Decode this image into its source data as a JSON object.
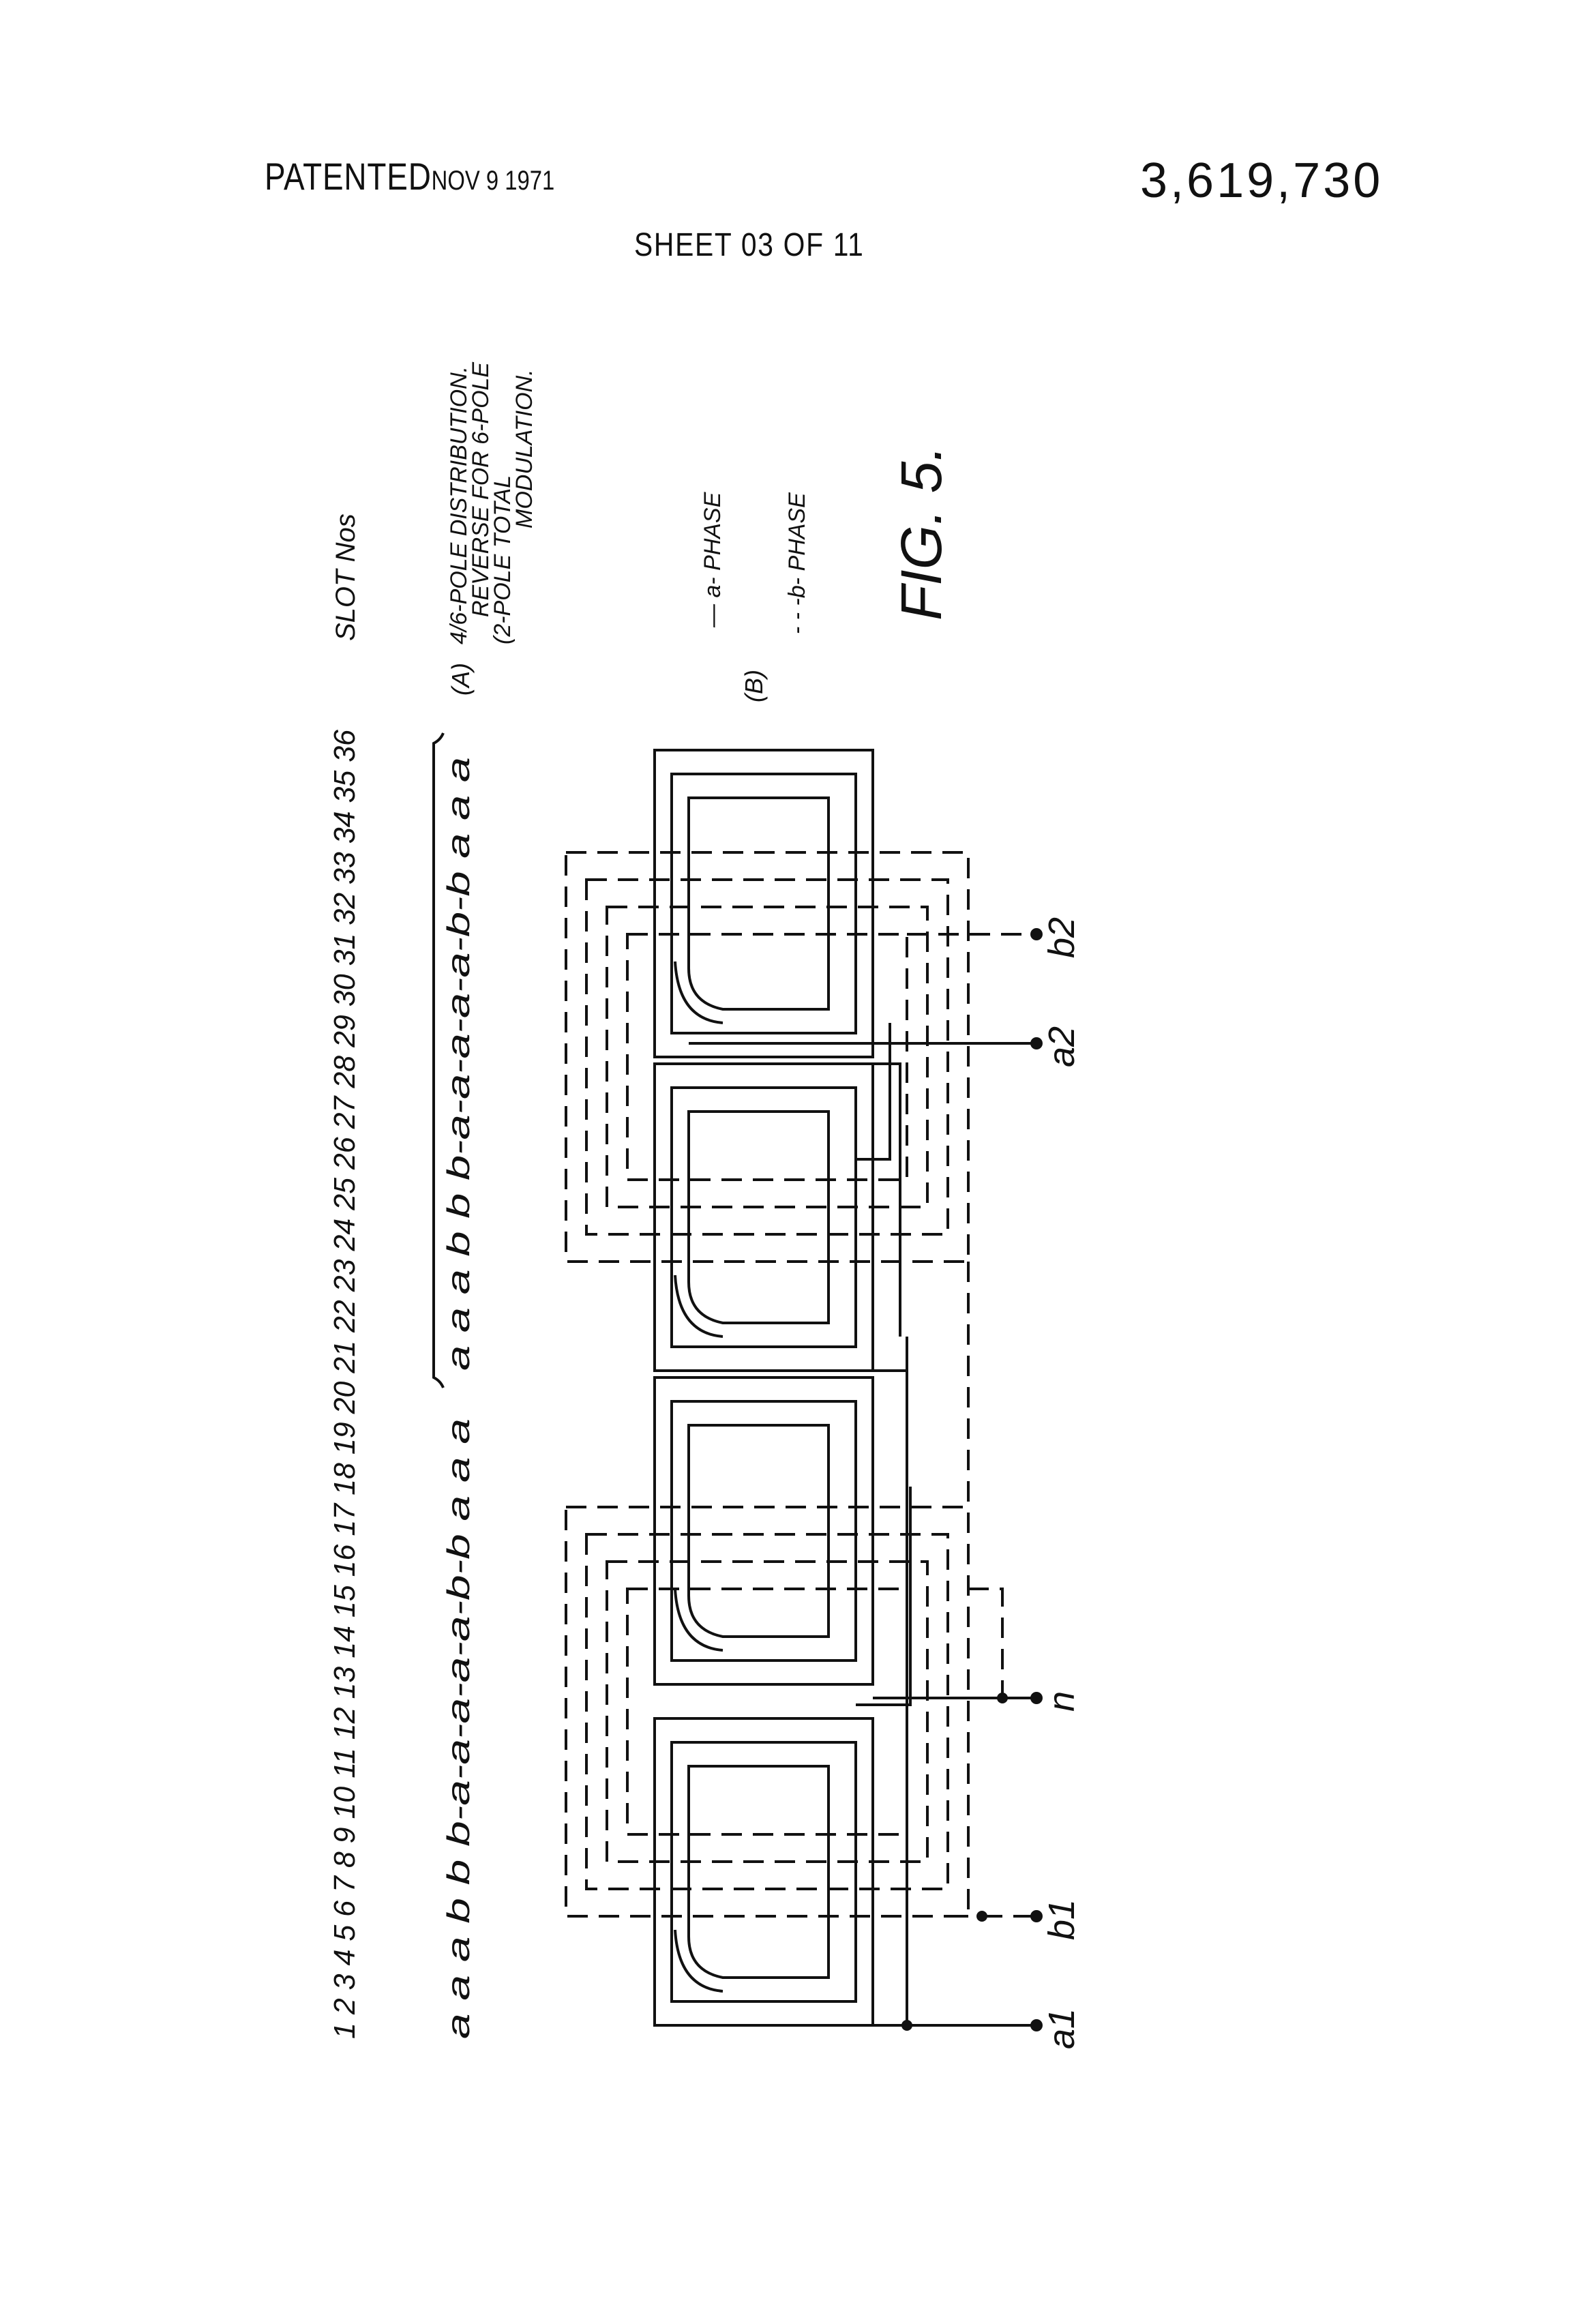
{
  "header": {
    "patented_label": "PATENTED",
    "patented_date": "NOV 9 1971",
    "patent_number": "3,619,730",
    "sheet": "SHEET 03 OF 11"
  },
  "slots": {
    "heading": "SLOT Nos",
    "numbers": "1 2 3 4 5 6 7 8 9 10 11 12 13 14 15 16 17 18 19 20 21 22 23 24 25 26 27 28 29 30 31 32 33 34 35 36",
    "sequence_first": "a a a b b b-a-a-a-a-a-b-b a a a",
    "sequence_second": "a a a b b b-a-a-a-a-a-b-b a a a"
  },
  "legend": {
    "item_a_marker": "(A)",
    "item_a_line1": "4/6-POLE DISTRIBUTION.",
    "item_a_line2": "REVERSE FOR 6-POLE",
    "item_a_line3": "(2-POLE TOTAL",
    "item_a_line4": "MODULATION.",
    "item_b_marker": "(B)",
    "a_phase": "— a- PHASE",
    "b_phase": "- - -b- PHASE"
  },
  "figure_label": "FIG. 5.",
  "terminals": {
    "a1": "a1",
    "b1": "b1",
    "n": "n",
    "a2": "a2",
    "b2": "b2"
  }
}
